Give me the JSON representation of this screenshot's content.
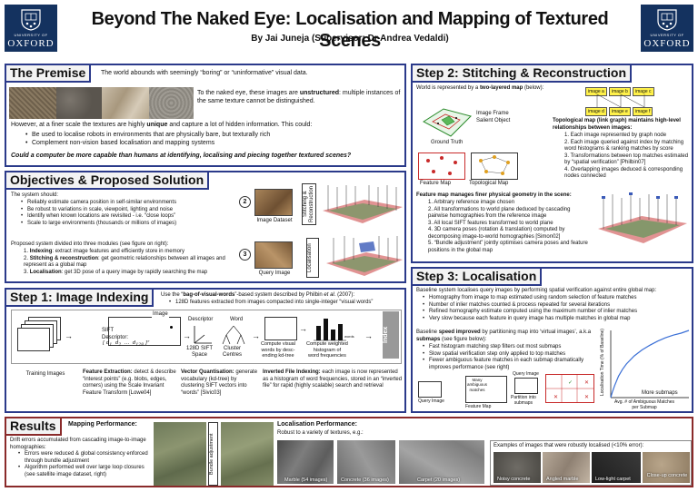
{
  "header": {
    "title": "Beyond The Naked Eye: Localisation and Mapping of Textured Scenes",
    "subtitle": "By Jai Juneja (Supervisor: Dr Andrea Vedaldi)",
    "logo_university": "UNIVERSITY OF",
    "logo_oxford": "OXFORD"
  },
  "premise": {
    "heading": "The Premise",
    "intro": "The world abounds with seemingly “boring” or “uninformative” visual data.",
    "naked_eye_pre": "To the naked eye, these images are ",
    "naked_eye_bold": "unstructured",
    "naked_eye_post": ": multiple instances of the same texture cannot be distinguished.",
    "finer_pre": "However, at a finer scale the textures are highly ",
    "finer_bold": "unique",
    "finer_post": " and capture a lot of hidden information. This could:",
    "bullets": [
      "Be used to localise robots in environments that are physically bare, but texturally rich",
      "Complement non-vision based localisation and mapping systems"
    ],
    "question": "Could a computer be more capable than humans at identifying, localising and piecing together textured scenes?"
  },
  "objectives": {
    "heading": "Objectives & Proposed Solution",
    "should": "The system should:",
    "bullets": [
      "Reliably estimate camera position in self-similar environments",
      "Be robust to variations in scale, viewpoint, lighting and noise",
      "Identify when known locations are revisited - i.e. “close loops”",
      "Scale to large environments (thousands or millions of images)"
    ],
    "divided": "Proposed system divided into three modules (see figure on right):",
    "modules": [
      {
        "num": "1.",
        "bold": "Indexing",
        "text": ": extract image features and efficiently store in memory"
      },
      {
        "num": "2.",
        "bold": "Stitching & reconstruction",
        "text": ": get geometric relationships between all images and represent as a global map"
      },
      {
        "num": "3.",
        "bold": "Localisation",
        "text": ": get 3D pose of a query image by rapidly searching the map"
      }
    ],
    "fig_num2": "2",
    "fig_num3": "3",
    "fig_image_dataset": "Image Dataset",
    "fig_query_image": "Query Image",
    "fig_stitching": "Stitching & Reconstruction",
    "fig_localisation": "Localisation"
  },
  "indexing": {
    "heading": "Step 1: Image Indexing",
    "desc_pre": "Use the “",
    "desc_bold": "bag-of-visual-words",
    "desc_post": "”-based system described by Philbin ",
    "desc_etal": "et al.",
    "desc_year": " (2007):",
    "desc_bullet": "128D features extracted from images compacted into single-integer “visual words”",
    "training_images": "Training Images",
    "sift_label": "SIFT\nDescriptor:",
    "image_label": "Image",
    "descriptor_label": "Descriptor",
    "word_label": "Word",
    "sift_space": "128D SIFT\nSpace",
    "cluster_centres": "Cluster\nCentres",
    "compute_visual": "Compute visual\nwords by desc-\nending kd-tree",
    "compute_weighted": "Compute weighted\nhistogram of\nword frequencies",
    "words_axis": "words",
    "index_label": "Index",
    "fe_bold": "Feature Extraction:",
    "fe_text": " detect & describe “interest points” (e.g. blobs, edges, corners) using the Scale Invariant Feature Transform [Lowe04]",
    "vq_bold": "Vector Quantisation:",
    "vq_text": " generate vocabulary (kd-tree) by clustering SIFT vectors into “words” [Sivic03]",
    "ifi_bold": "Inverted File Indexing:",
    "ifi_text": " each image is now represented as a histogram of word frequencies, stored in an “inverted file” for rapid (highly scalable) search and retrieval"
  },
  "stitching": {
    "heading": "Step 2: Stitching & Reconstruction",
    "world_pre": "World is represented by a ",
    "world_bold": "two-layered map",
    "world_post": " (below):",
    "image_frame": "Image Frame",
    "salient_object": "Salient Object",
    "ground_truth": "Ground Truth",
    "feature_map": "Feature Map",
    "topological_map": "Topological Map",
    "topo_images": [
      "image a",
      "image b",
      "image c",
      "image d",
      "image e",
      "image f"
    ],
    "topo_bold": "Topological map (link graph) maintains high-level relationships between images:",
    "topo_list": [
      "Each image represented by graph node",
      "Each image queried against index by matching word histograms & ranking matches by score",
      "Transformations between top matches estimated by “spatial verification” [Philbin07]",
      "Overlapping images deduced & corresponding nodes connected"
    ],
    "feat_bold": "Feature map manages finer physical geometry in the scene:",
    "feat_list": [
      "Arbitrary reference image chosen",
      "All transformations to world plane deduced by cascading pairwise homographies from the reference image",
      "All local SIFT features transformed to world plane",
      "3D camera poses (rotation & translation) computed by decomposing image-to-world homographies [Simon02]",
      "“Bundle adjustment” jointly optimises camera poses and feature positions in the global map"
    ]
  },
  "localisation": {
    "heading": "Step 3: Localisation",
    "intro": "Baseline system localises query images by performing spatial verification against entire global map:",
    "bullets1": [
      "Homography from image to map estimated using random selection of feature matches",
      "Number of inlier matches counted & process repeated for several iterations",
      "Refined homography estimate computed using the maximum number of inlier matches",
      "Very slow because each feature in query image  has multiple matches in global map"
    ],
    "speed_pre": "Baseline ",
    "speed_bold1": "speed improved",
    "speed_mid": " by partitioning map into ‘virtual images’, a.k.a ",
    "speed_bold2": "submaps",
    "speed_post": " (see figure below):",
    "bullets2": [
      "Fast histogram matching step filters out most submaps",
      "Slow spatial verification step only applied to top matches",
      "Fewer ambiguous feature matches in each submap dramatically improves performance (see right)"
    ],
    "query_image": "Query Image",
    "many_ambiguous": "Many\nambiguous\nmatches",
    "feature_map": "Feature Map",
    "query_image2": "Query Image",
    "partition_into": "Partition into\nsubmaps",
    "more_submaps": "More submaps"
  },
  "localisation_chart": {
    "ylabel": "Localisation Time (% of Baseline)",
    "xlabel": "Avg. # of Ambiguous Matches\nper Submap"
  },
  "chart_data": {
    "type": "line",
    "title": "",
    "xlabel": "Avg. # of Ambiguous Matches per Submap",
    "ylabel": "Localisation Time (% of Baseline)",
    "x": [
      0,
      0.02,
      0.05,
      0.1,
      0.15,
      0.2,
      0.3,
      0.4,
      0.5,
      0.6,
      0.7,
      0.8,
      0.9,
      1.0
    ],
    "y": [
      0,
      8,
      18,
      32,
      42,
      50,
      62,
      71,
      78,
      84,
      89,
      93,
      96,
      100
    ],
    "xlim": [
      0,
      1
    ],
    "ylim": [
      0,
      100
    ],
    "annotation": "More submaps"
  },
  "results": {
    "heading": "Results",
    "mapping_title": "Mapping Performance:",
    "mapping_text": "Drift errors accumulated from cascading image-to-image homographies:",
    "bullets": [
      "Errors were reduced & global consistency enforced through bundle adjustment",
      "Algorithm performed well over large loop closures (see satellite image dataset, right)"
    ],
    "bundle_adjustment": "Bundle adjustment",
    "loc_title": "Localisation Performance:",
    "loc_text": "Robust to a variety of textures, e.g.:",
    "textures": [
      "Marble (54 images)",
      "Concrete (36 images)",
      "Carpet (20 images)"
    ],
    "examples_title": "Examples of images that were robustly localised (<10% error):",
    "examples": [
      "Noisy concrete",
      "Angled marble",
      "Low-light carpet",
      "Close-up concrete"
    ]
  }
}
